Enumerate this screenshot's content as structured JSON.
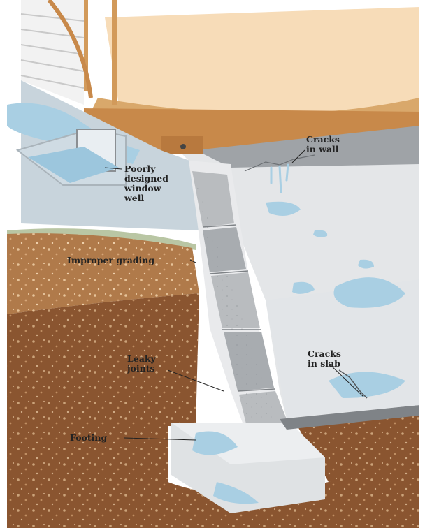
{
  "labels": {
    "window_well": [
      "Poorly",
      "designed",
      "window",
      "well"
    ],
    "cracks_wall": [
      "Cracks",
      "in wall"
    ],
    "grading": "Improper grading",
    "joints": [
      "Leaky",
      "joints"
    ],
    "cracks_slab": [
      "Cracks",
      "in slab"
    ],
    "footing": "Footing"
  },
  "colors": {
    "soil": "#b07a4a",
    "soil_dark": "#8a5530",
    "water": "#a9cfe3",
    "concrete": "#e6e7e9",
    "wall_block": "#b9bcbf",
    "wood": "#d9a86b",
    "siding": "#f2f2f2"
  }
}
